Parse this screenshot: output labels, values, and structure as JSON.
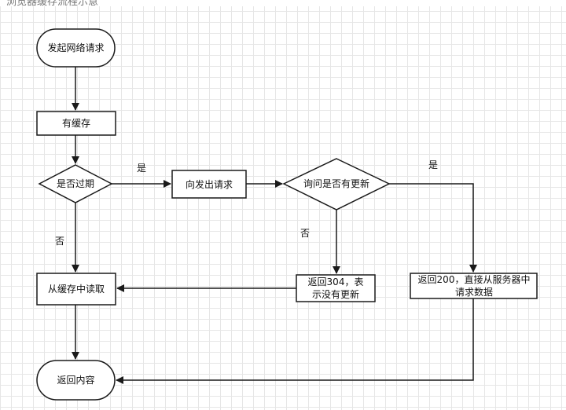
{
  "top_caption": "浏览器缓存流程示意",
  "nodes": {
    "start": "发起网络请求",
    "has_cache": "有缓存",
    "expired": "是否过期",
    "request_server": "向发出请求",
    "ask_update": "询问是否有更新",
    "read_cache": "从缓存中读取",
    "ret304": "返回304，表示没有更新",
    "ret200": "返回200，直接从服务器中请求数据",
    "end": "返回内容"
  },
  "edge_labels": {
    "expired_yes": "是",
    "expired_no": "否",
    "update_no": "否",
    "update_yes": "是"
  },
  "colors": {
    "stroke": "#1a1a1a",
    "fill": "#ffffff",
    "grid": "#e6e6e6"
  }
}
